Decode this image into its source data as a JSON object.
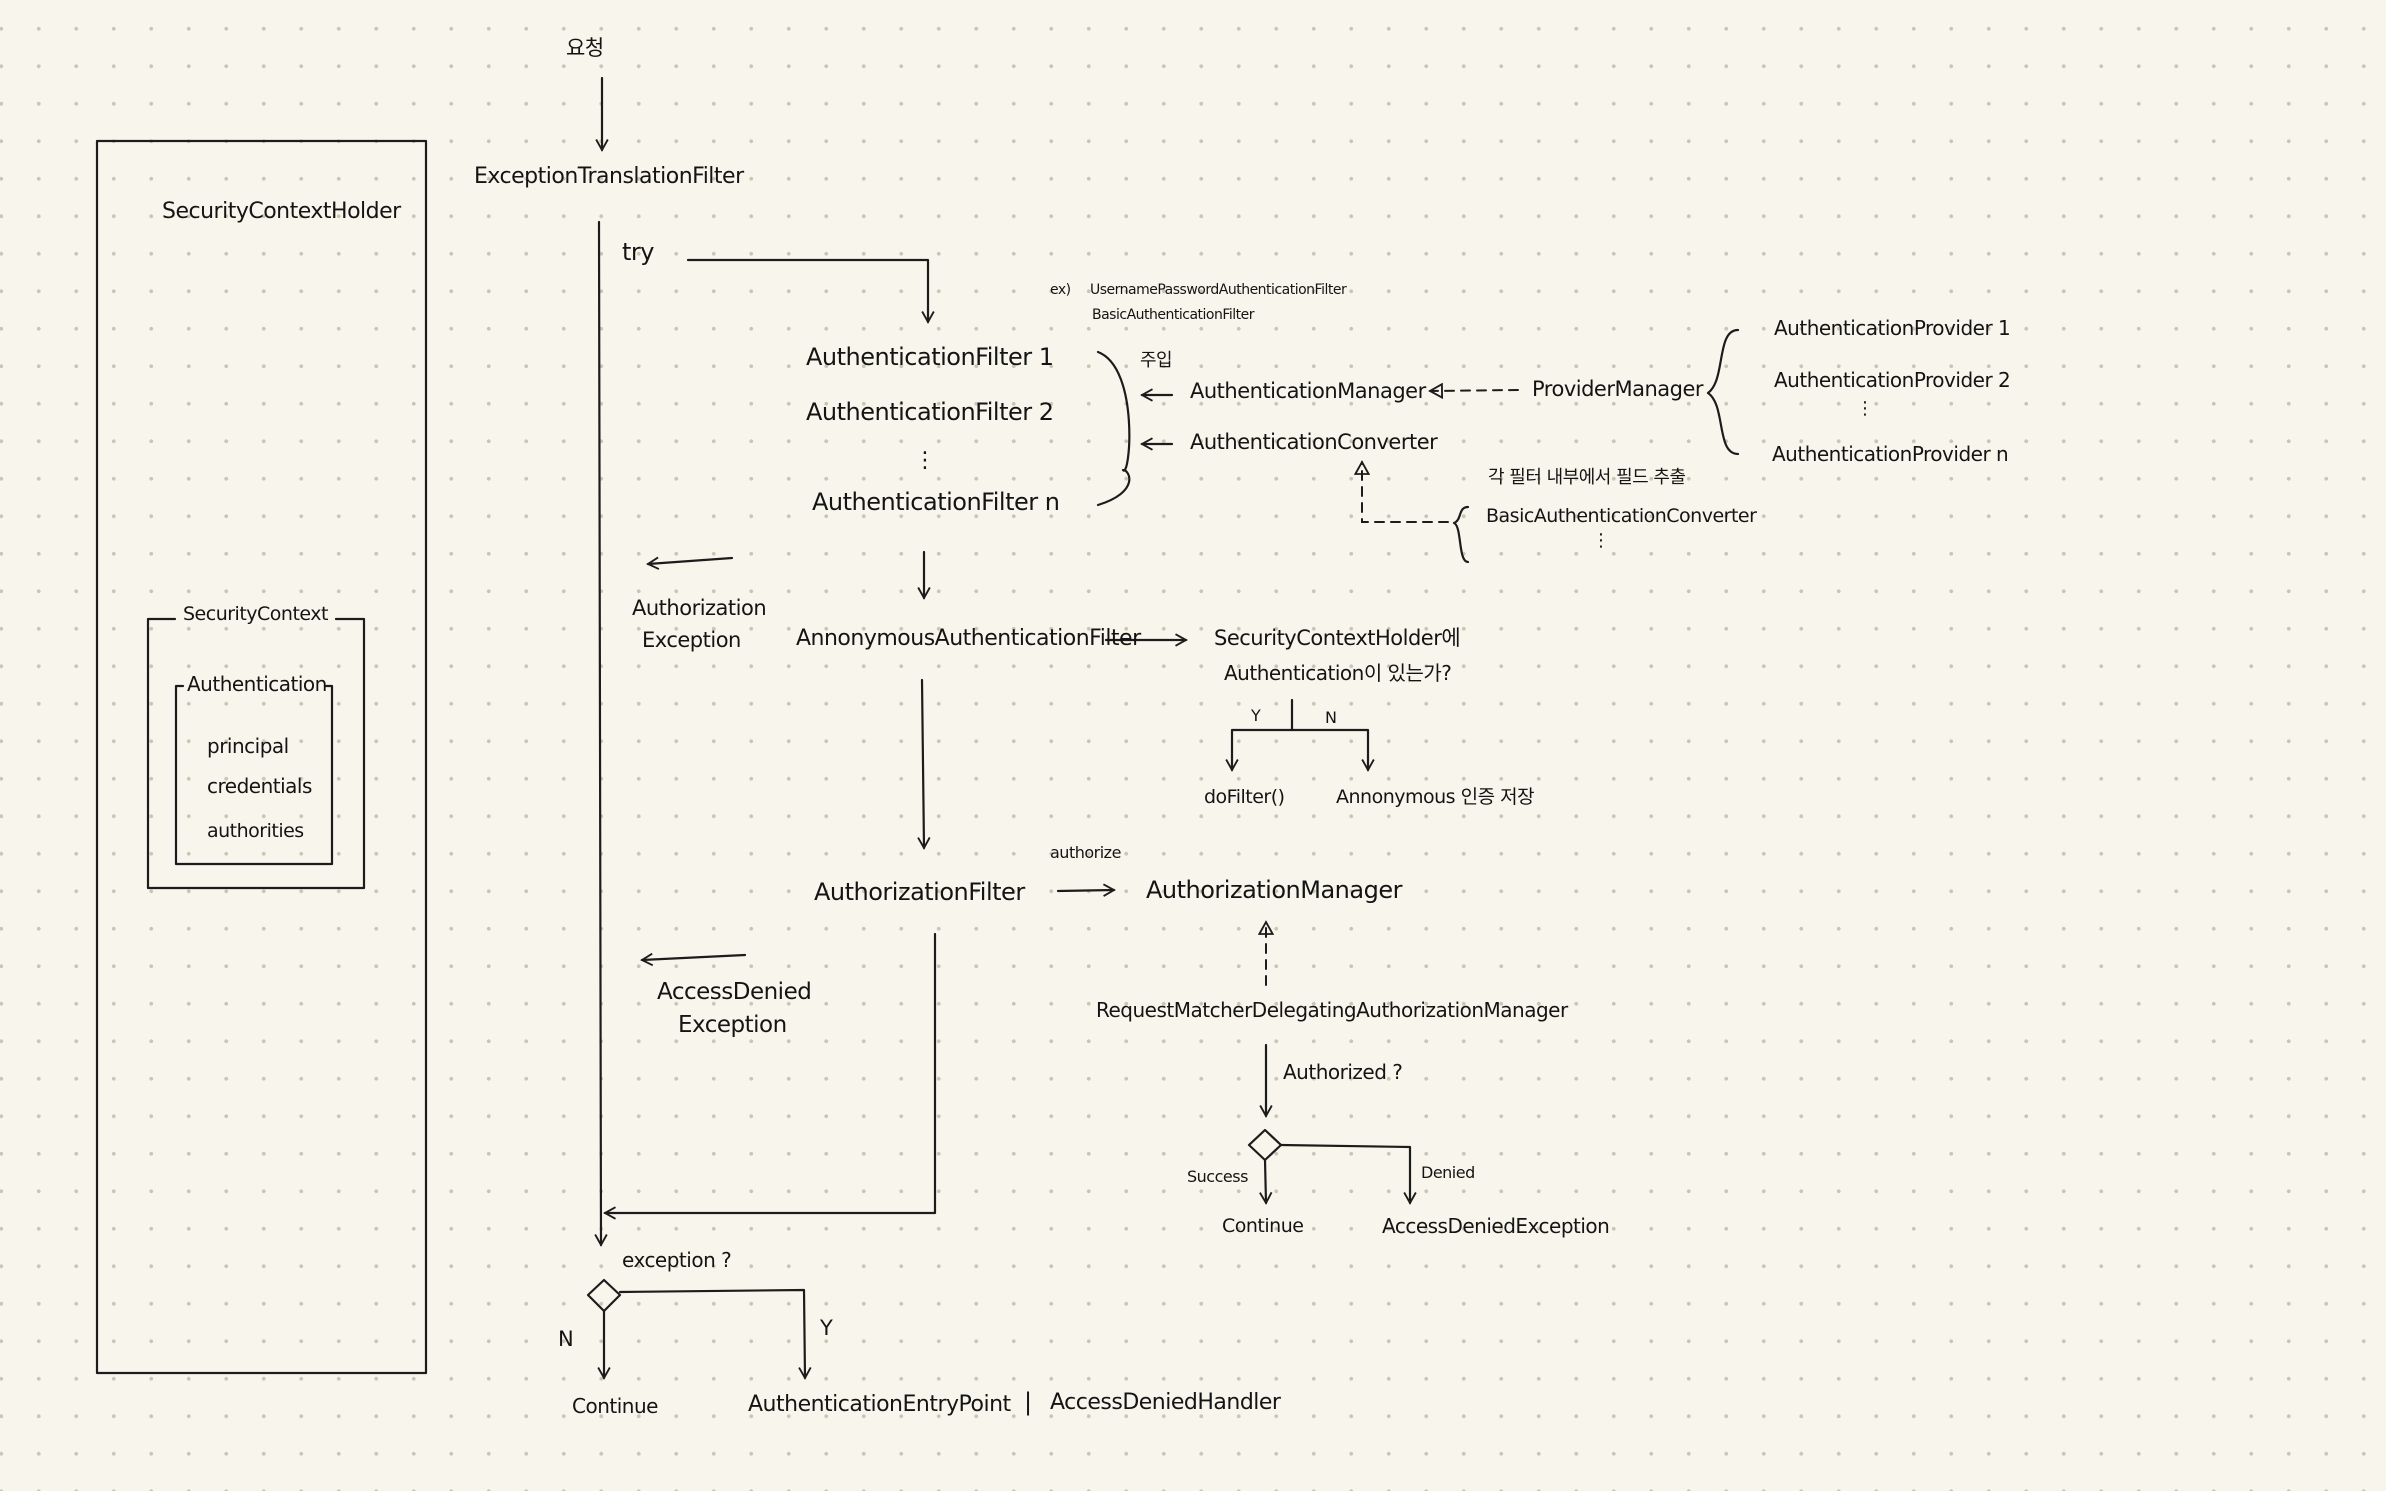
{
  "diagram": {
    "request_label": "요청",
    "exception_translation_filter": "ExceptionTranslationFilter",
    "security_context_holder": "SecurityContextHolder",
    "security_context": "SecurityContext",
    "authentication_box_title": "Authentication",
    "authentication_fields": [
      "principal",
      "credentials",
      "authorities"
    ],
    "try_label": "try",
    "filter_examples": [
      "ex)",
      "UsernamePasswordAuthenticationFilter",
      "BasicAuthenticationFilter"
    ],
    "authentication_filters": [
      "AuthenticationFilter 1",
      "AuthenticationFilter 2",
      "⋮",
      "AuthenticationFilter n"
    ],
    "inject_label": "주입",
    "authentication_manager": "AuthenticationManager",
    "provider_manager": "ProviderManager",
    "authentication_providers": [
      "AuthenticationProvider 1",
      "AuthenticationProvider 2",
      "⋮",
      "AuthenticationProvider n"
    ],
    "authentication_converter": "AuthenticationConverter",
    "converter_note": "각 필터 내부에서 필드 추출",
    "basic_authentication_converter": "BasicAuthenticationConverter",
    "converter_more": "⋮",
    "authorization_exception": [
      "Authorization",
      "Exception"
    ],
    "anonymous_filter": "AnnonymousAuthenticationFilter",
    "anonymous_question": [
      "SecurityContextHolder에",
      "Authentication이 있는가?"
    ],
    "yes_short": "Y",
    "no_short": "N",
    "do_filter": "doFilter()",
    "anonymous_storage": "Annonymous 인증 저장",
    "authorization_filter": "AuthorizationFilter",
    "authorize_label": "authorize",
    "authorization_manager": "AuthorizationManager",
    "access_denied_exception_left": [
      "AccessDenied",
      "Exception"
    ],
    "request_matcher_manager": "RequestMatcherDelegatingAuthorizationManager",
    "authorized_question": "Authorized ?",
    "success_label": "Success",
    "denied_label": "Denied",
    "continue_label": "Continue",
    "access_denied_exception": "AccessDeniedException",
    "exception_question": "exception ?",
    "entry_point": "AuthenticationEntryPoint",
    "separator": "|",
    "access_denied_handler": "AccessDeniedHandler"
  }
}
